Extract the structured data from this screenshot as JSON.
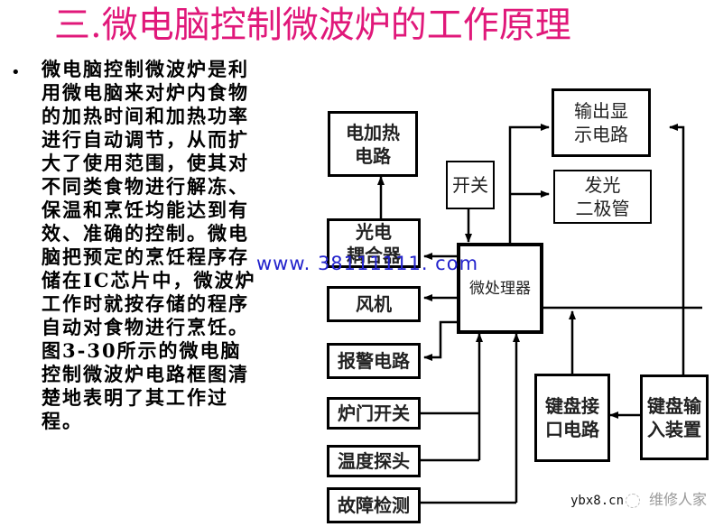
{
  "slide": {
    "title": "三.微电脑控制微波炉的工作原理",
    "title_color": "#e0187a",
    "bullet_symbol": "•",
    "body": "微电脑控制微波炉是利用微电脑来对炉内食物的加热时间和加热功率进行自动调节，从而扩大了使用范围，使其对不同类食物进行解冻、保温和烹饪均能达到有效、准确的控制。微电脑把预定的烹饪程序存储在IC芯片中，微波炉工作时就按存储的程序自动对食物进行烹饪。图3-30所示的微电脑控制微波炉电路框图清楚地表明了其工作过程。"
  },
  "diagram": {
    "boxes": {
      "electric_heating": "电加热\n电路",
      "optocoupler": "光电\n耦合器",
      "fan": "风机",
      "alarm": "报警电路",
      "door_switch": "炉门开关",
      "temp_probe": "温度探头",
      "fault_detect": "故障检测",
      "switch": "开关",
      "microprocessor": "微处理器",
      "output_display": "输出显\n示电路",
      "led": "发光\n二极管",
      "keyboard_interface": "键盘接\n口电路",
      "keyboard_input": "键盘输\n入装置"
    }
  },
  "watermarks": {
    "url": "www. 38111111. com",
    "brand_domain": "ybx8.cn",
    "brand_name": "维修人家"
  }
}
